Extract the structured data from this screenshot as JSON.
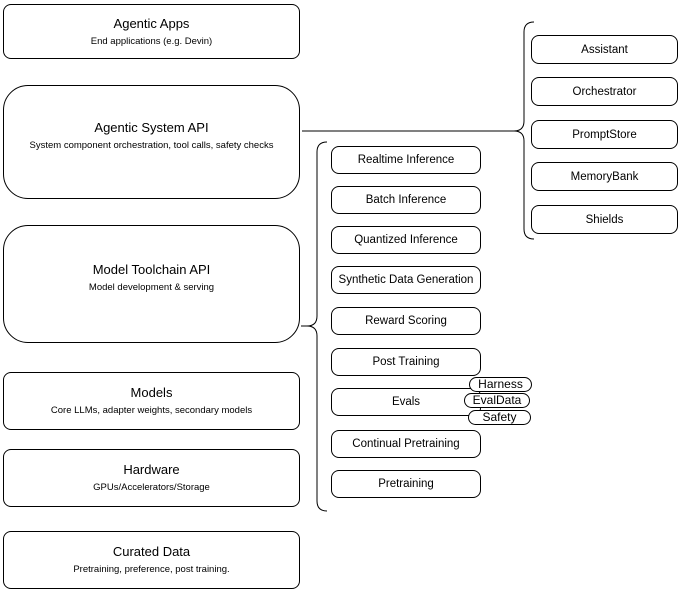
{
  "colors": {
    "background": "#ffffff",
    "shape_fill": "#ffffff",
    "stroke": "#000000",
    "text": "#000000"
  },
  "left_column": [
    {
      "title": "Agentic Apps",
      "subtitle": "End applications (e.g. Devin)"
    },
    {
      "title": "Agentic System API",
      "subtitle": "System component orchestration, tool calls, safety checks"
    },
    {
      "title": "Model Toolchain API",
      "subtitle": "Model development & serving"
    },
    {
      "title": "Models",
      "subtitle": "Core LLMs, adapter weights, secondary models"
    },
    {
      "title": "Hardware",
      "subtitle": "GPUs/Accelerators/Storage"
    },
    {
      "title": "Curated Data",
      "subtitle": "Pretraining, preference, post training."
    }
  ],
  "toolchain_components": [
    {
      "label": "Realtime Inference"
    },
    {
      "label": "Batch Inference"
    },
    {
      "label": "Quantized Inference"
    },
    {
      "label": "Synthetic Data Generation"
    },
    {
      "label": "Reward Scoring"
    },
    {
      "label": "Post Training"
    },
    {
      "label": "Evals"
    },
    {
      "label": "Continual Pretraining"
    },
    {
      "label": "Pretraining"
    }
  ],
  "evals_tags": [
    {
      "label": "Harness"
    },
    {
      "label": "EvalData"
    },
    {
      "label": "Safety"
    }
  ],
  "system_components": [
    {
      "label": "Assistant"
    },
    {
      "label": "Orchestrator"
    },
    {
      "label": "PromptStore"
    },
    {
      "label": "MemoryBank"
    },
    {
      "label": "Shields"
    }
  ]
}
